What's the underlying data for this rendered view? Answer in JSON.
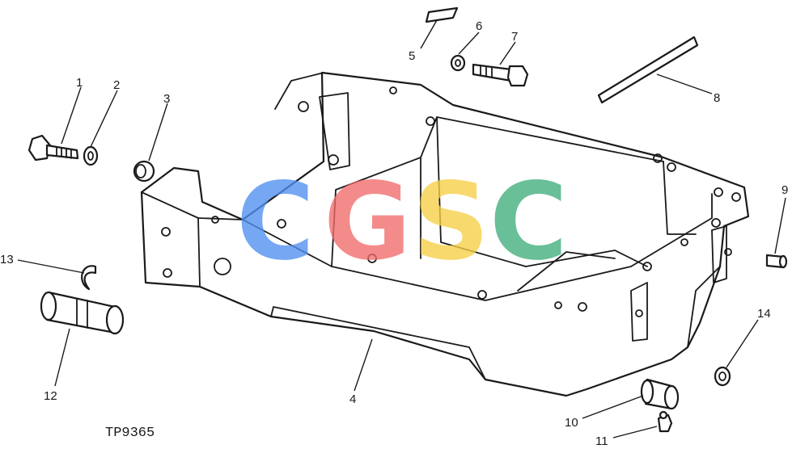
{
  "figure_id": "TP9365",
  "watermark": {
    "letters": [
      {
        "char": "C",
        "color": "#4f8ff0"
      },
      {
        "char": "G",
        "color": "#f26b6b"
      },
      {
        "char": "S",
        "color": "#f7cf45"
      },
      {
        "char": "C",
        "color": "#3fae7c"
      }
    ]
  },
  "callouts": [
    "1",
    "2",
    "3",
    "4",
    "5",
    "6",
    "7",
    "8",
    "9",
    "10",
    "11",
    "12",
    "13",
    "14"
  ]
}
